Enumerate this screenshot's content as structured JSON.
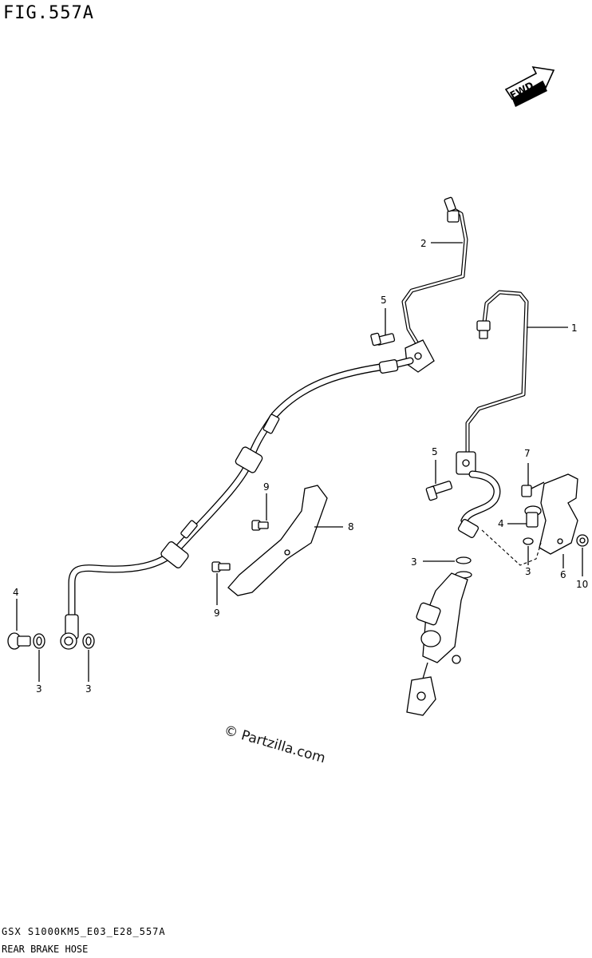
{
  "figure": {
    "title": "FIG.557A",
    "footer_code": "GSX S1000KM5_E03_E28_557A",
    "footer_name": "REAR BRAKE HOSE",
    "watermark": "© Partzilla.com",
    "fwd_label": "FWD"
  },
  "callouts": [
    {
      "id": "c1",
      "label": "1"
    },
    {
      "id": "c2",
      "label": "2"
    },
    {
      "id": "c5a",
      "label": "5"
    },
    {
      "id": "c5b",
      "label": "5"
    },
    {
      "id": "c7",
      "label": "7"
    },
    {
      "id": "c4a",
      "label": "4"
    },
    {
      "id": "c4b",
      "label": "4"
    },
    {
      "id": "c9a",
      "label": "9"
    },
    {
      "id": "c9b",
      "label": "9"
    },
    {
      "id": "c8",
      "label": "8"
    },
    {
      "id": "c3a",
      "label": "3"
    },
    {
      "id": "c3b",
      "label": "3"
    },
    {
      "id": "c3c",
      "label": "3"
    },
    {
      "id": "c3d",
      "label": "3"
    },
    {
      "id": "c6",
      "label": "6"
    },
    {
      "id": "c10",
      "label": "10"
    }
  ]
}
